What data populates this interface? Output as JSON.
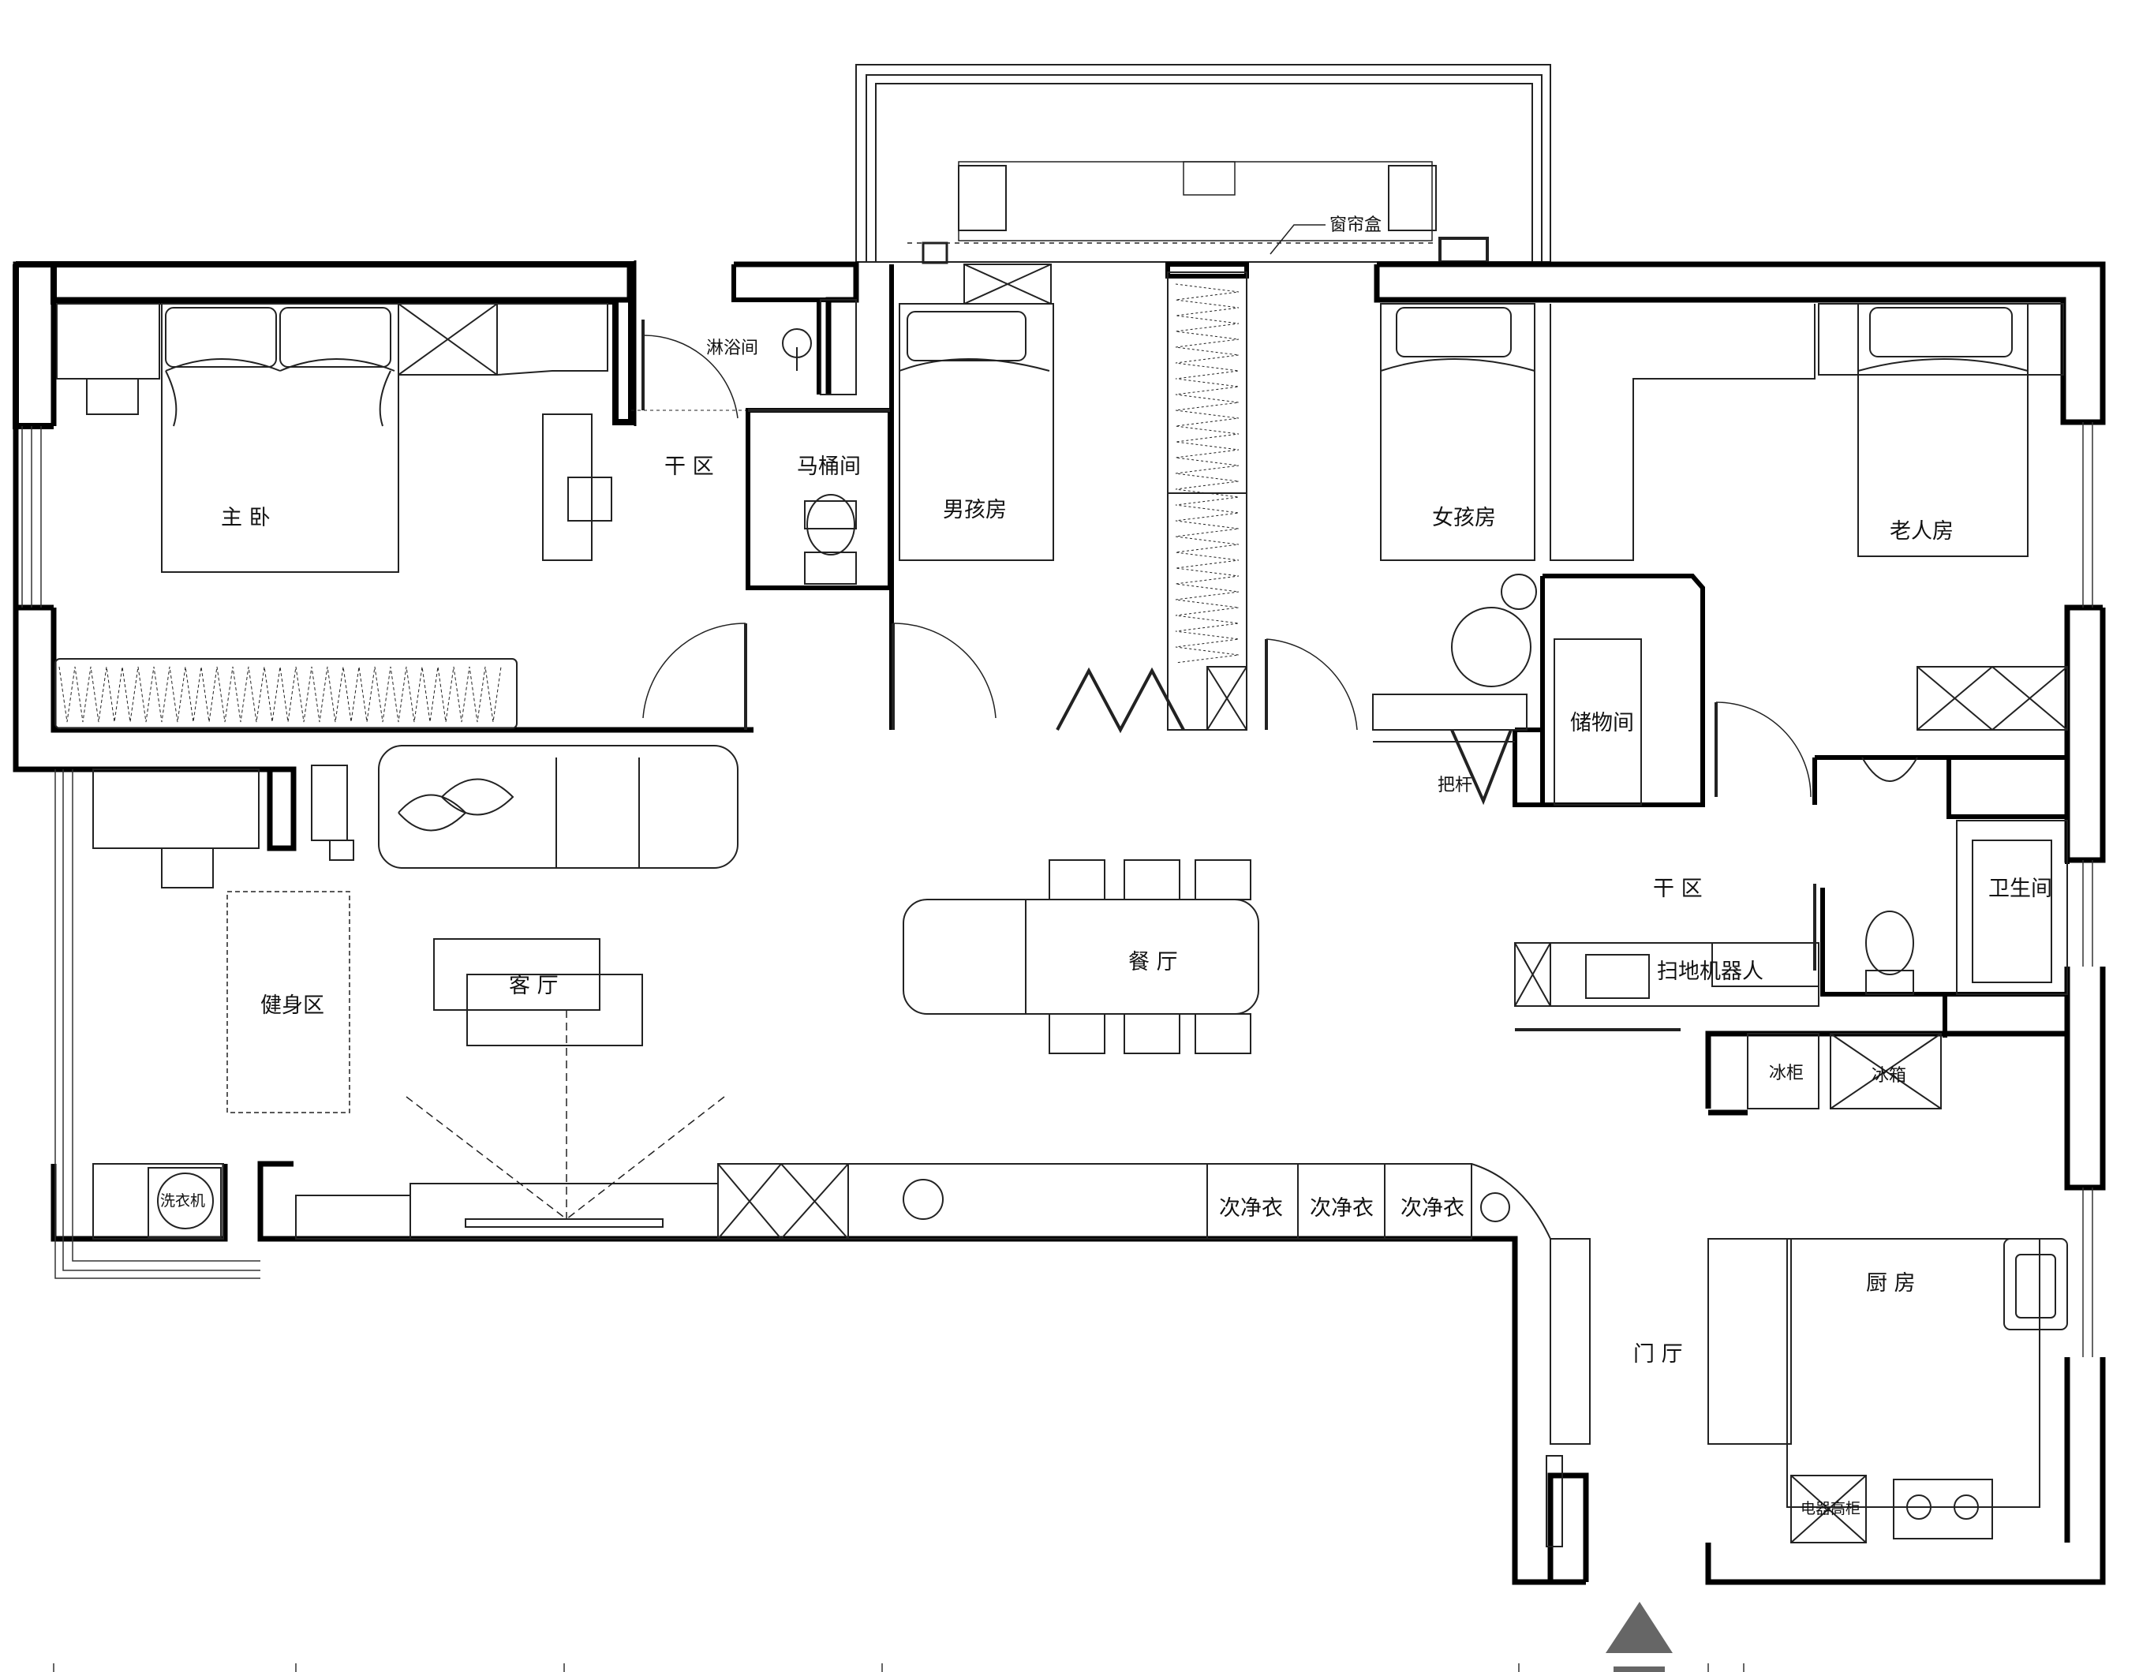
{
  "rooms": {
    "master_bedroom": "主 卧",
    "shower_room": "淋浴间",
    "dry_zone_1": "干 区",
    "toilet_room": "马桶间",
    "boys_room": "男孩房",
    "girls_room": "女孩房",
    "elderly_room": "老人房",
    "storage_room": "储物间",
    "living_room": "客 厅",
    "dining_room": "餐 厅",
    "gym_zone": "健身区",
    "dry_zone_2": "干 区",
    "bathroom": "卫生间",
    "kitchen": "厨 房",
    "entrance_hall": "门 厅"
  },
  "fixtures": {
    "curtain_box": "窗帘盒",
    "handrail": "把杆",
    "robot_vacuum": "扫地机器人",
    "washing_machine": "洗衣机",
    "secondary_closet_1": "次净衣",
    "secondary_closet_2": "次净衣",
    "secondary_closet_3": "次净衣",
    "freezer": "冰柜",
    "fridge": "冰箱",
    "appliance_tall_cabinet": "电器高柜"
  },
  "colors": {
    "wall": "#000000",
    "line": "#222222",
    "background": "#ffffff",
    "entry_arrow": "#666666"
  }
}
